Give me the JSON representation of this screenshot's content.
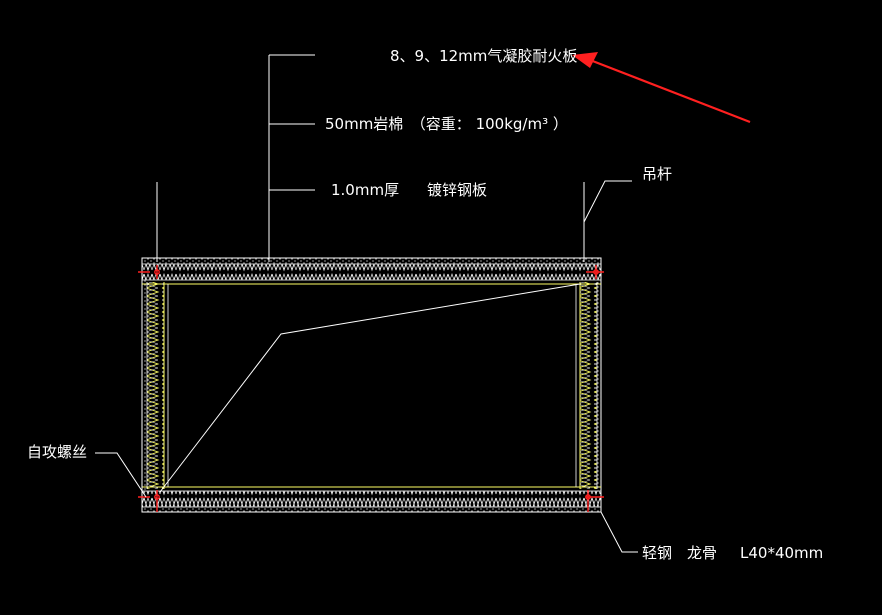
{
  "labels": {
    "board": "8、9、12mm气凝胶耐火板",
    "rockwool": "50mm岩棉　（容重：  100kg/m³ ）",
    "steel_plate_a": "1.0mm厚",
    "steel_plate_b": "镀锌钢板",
    "hanger": "吊杆",
    "screw": "自攻螺丝",
    "keel_a": "轻钢　龙骨",
    "keel_b": "L40*40mm"
  },
  "colors": {
    "background": "#000000",
    "line": "#ffffff",
    "insulation": "#ffff66",
    "marker": "#ff2020",
    "arrow": "#ff2020"
  },
  "icons": [
    "arrow-icon",
    "screw-marker-icon"
  ]
}
